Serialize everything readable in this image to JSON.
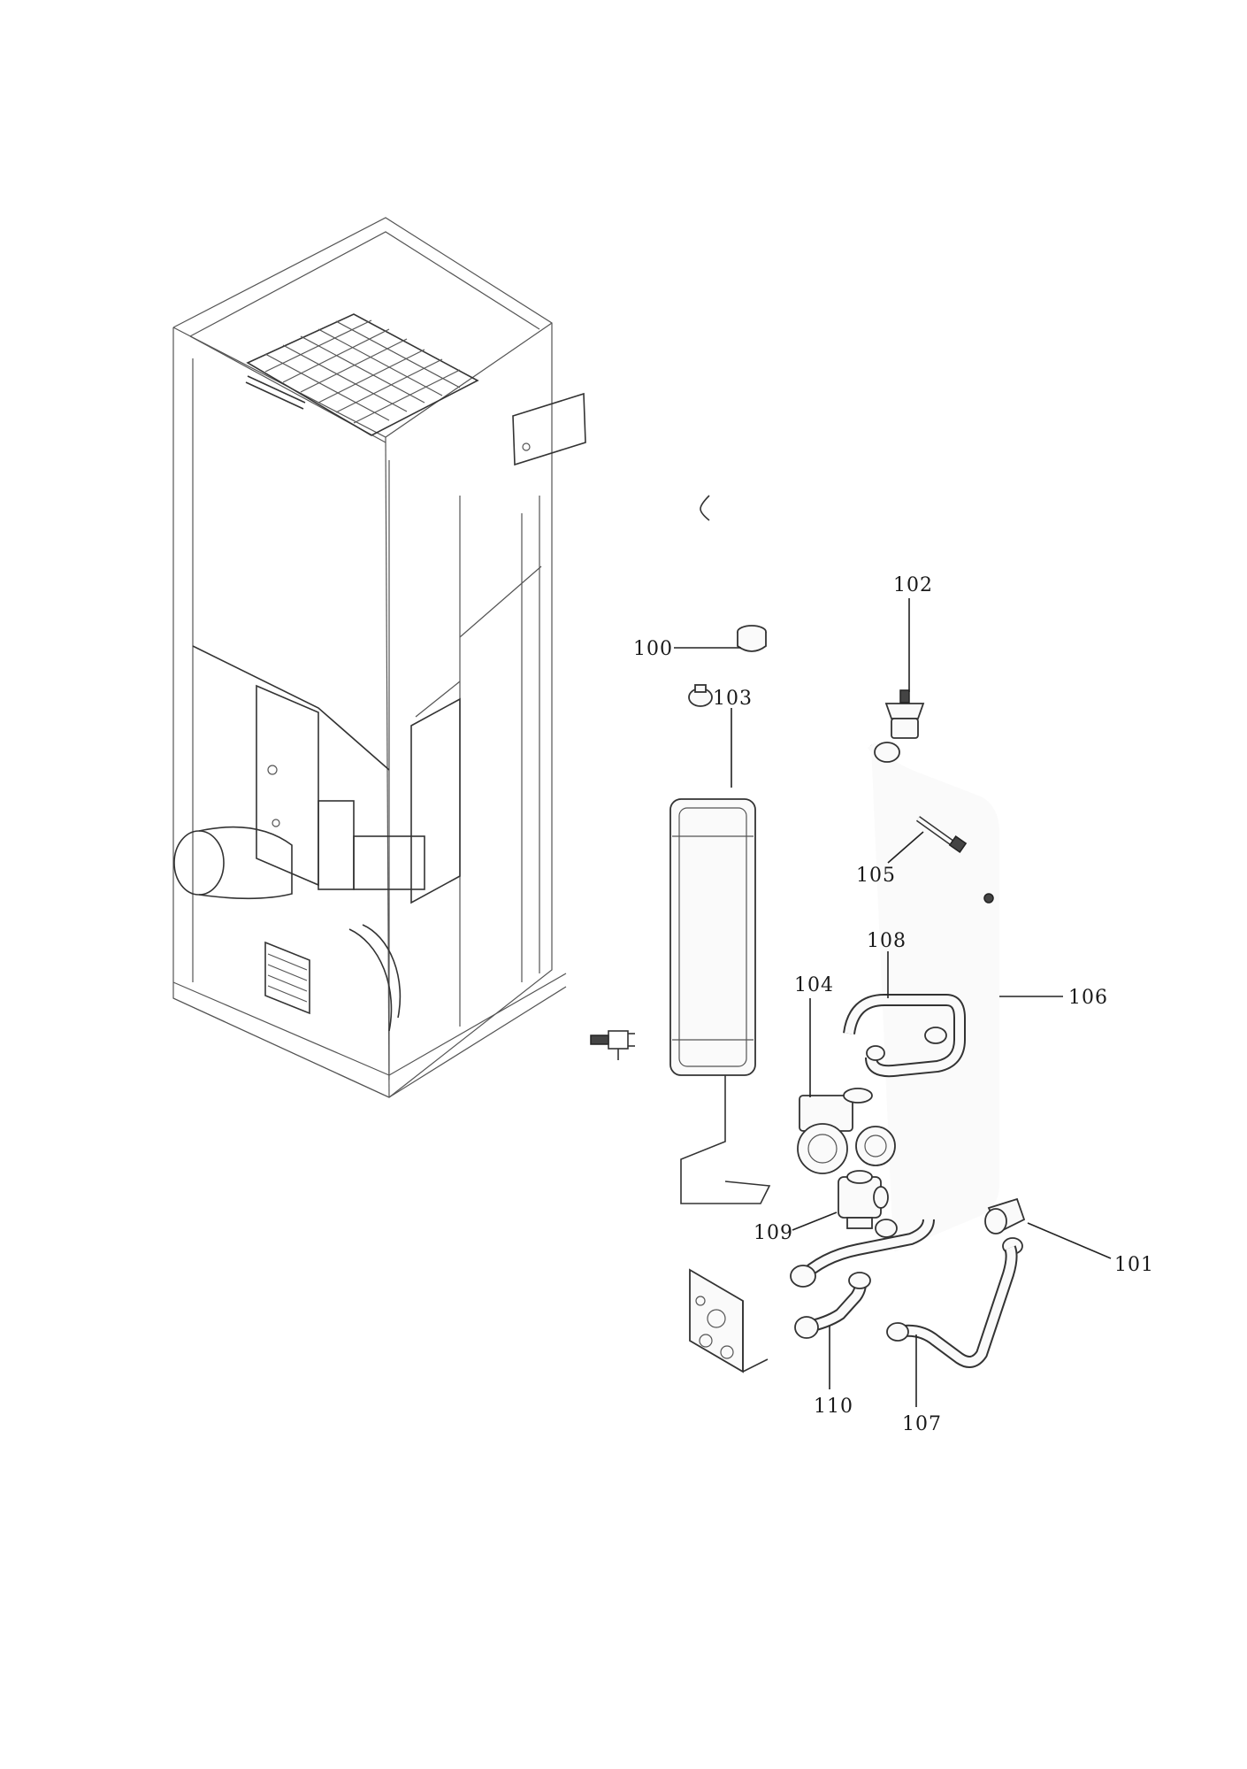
{
  "diagram": {
    "callouts": [
      {
        "id": "100",
        "text": "100"
      },
      {
        "id": "101",
        "text": "101"
      },
      {
        "id": "102",
        "text": "102"
      },
      {
        "id": "103",
        "text": "103"
      },
      {
        "id": "104",
        "text": "104"
      },
      {
        "id": "105",
        "text": "105"
      },
      {
        "id": "106",
        "text": "106"
      },
      {
        "id": "107",
        "text": "107"
      },
      {
        "id": "108",
        "text": "108"
      },
      {
        "id": "109",
        "text": "109"
      },
      {
        "id": "110",
        "text": "110"
      }
    ]
  }
}
